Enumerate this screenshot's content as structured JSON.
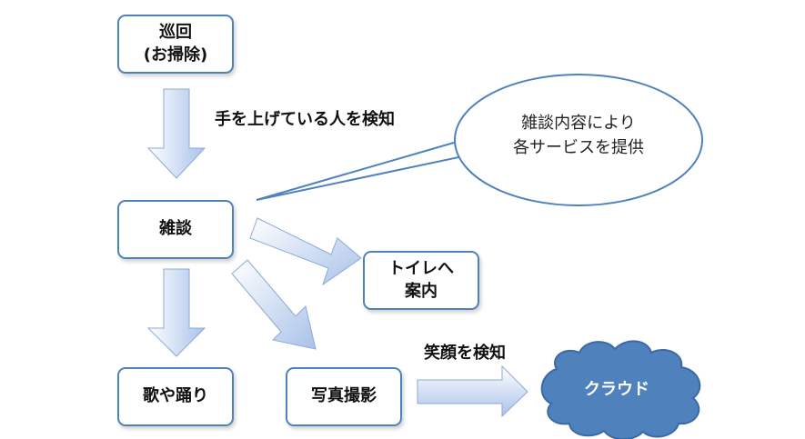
{
  "nodes": {
    "patrol": "巡回\n(お掃除)",
    "chat": "雑談",
    "toilet": "トイレへ\n案内",
    "dance": "歌や踊り",
    "photo": "写真撮影",
    "cloud": "クラウド"
  },
  "labels": {
    "detect_hand": "手を上げている人を検知",
    "detect_smile": "笑顔を検知"
  },
  "callout": {
    "text": "雑談内容により\n各サービスを提供"
  },
  "colors": {
    "border": "#4f81bd",
    "arrow_light": "#eef3fb",
    "arrow_dark": "#a9c2e9",
    "cloud_fill": "#4f81bd"
  }
}
